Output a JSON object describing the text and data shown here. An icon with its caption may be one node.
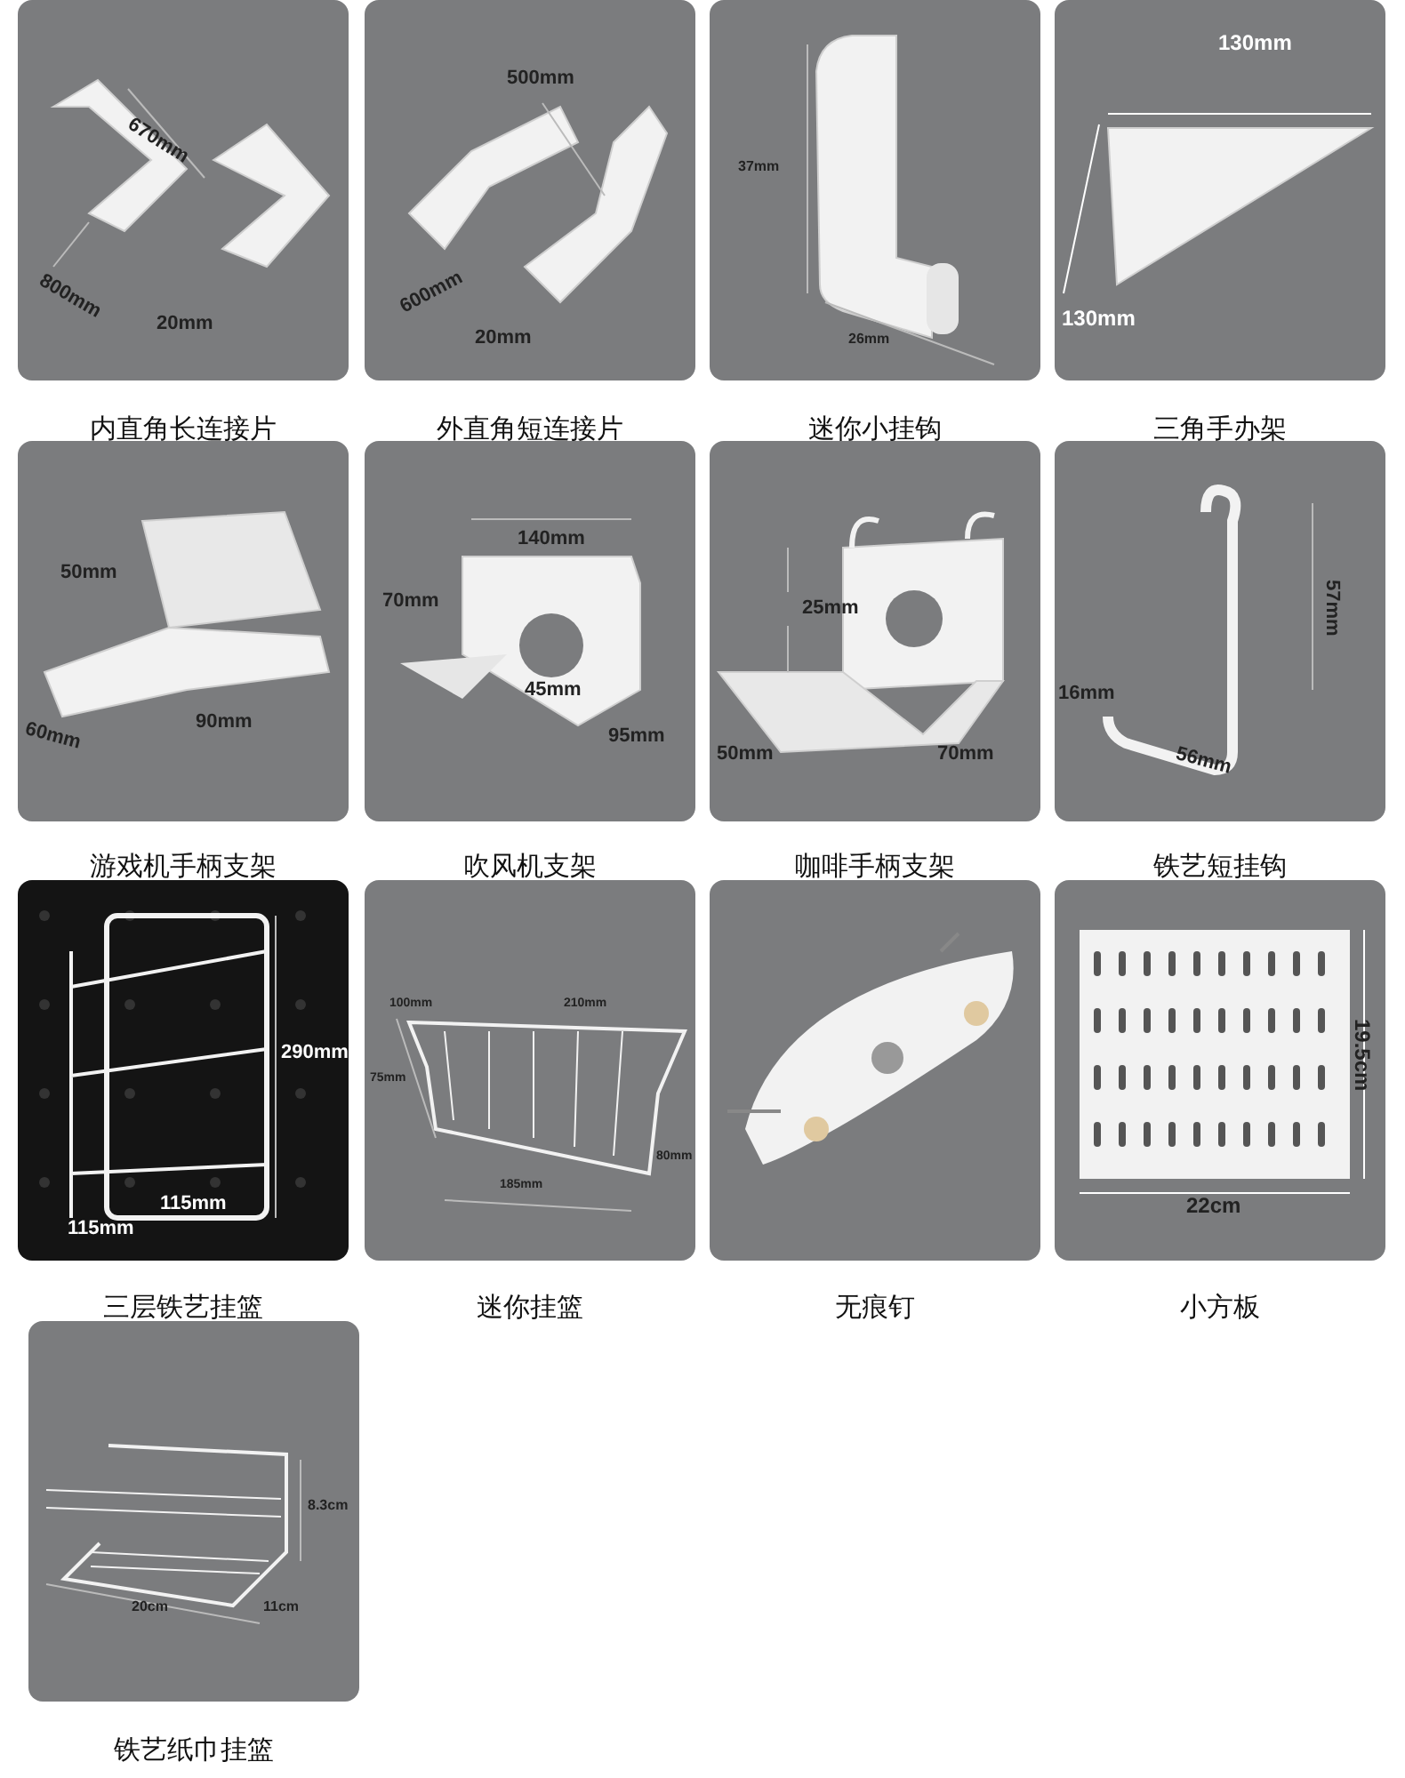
{
  "diagram": {
    "nodes": [
      {
        "text": [
          "670mm",
          "800mm",
          "20mm"
        ]
      },
      {
        "text": [
          "500mm",
          "600mm",
          "20mm"
        ]
      },
      {
        "text": [
          "37mm",
          "26mm"
        ]
      },
      {
        "text": [
          "130mm",
          "130mm"
        ]
      },
      {
        "text": [
          "50mm",
          "60mm",
          "90mm"
        ]
      },
      {
        "text": [
          "140mm",
          "70mm",
          "45mm",
          "95mm"
        ]
      },
      {
        "text": [
          "25mm",
          "50mm",
          "70mm"
        ]
      },
      {
        "text": [
          "57mm",
          "16mm",
          "56mm"
        ]
      },
      {
        "text": [
          "290mm",
          "115mm",
          "115mm"
        ]
      },
      {
        "text": [
          "100mm",
          "210mm",
          "75mm",
          "185mm",
          "80mm"
        ]
      },
      {
        "text": [],
        "shape": "box"
      },
      {
        "text": [
          "19.5cm",
          "22cm"
        ]
      },
      {
        "text": [
          "8.3cm",
          "20cm",
          "11cm"
        ]
      }
    ],
    "labels": [
      "内直角长连接片",
      "外直角短连接片",
      "迷你小挂钩",
      "三角手办架",
      "游戏机手柄支架",
      "吹风机支架",
      "咖啡手柄支架",
      "铁艺短挂钩",
      "三层铁艺挂篮",
      "迷你挂篮",
      "无痕钉",
      "小方板",
      "铁艺纸巾挂篮"
    ]
  }
}
